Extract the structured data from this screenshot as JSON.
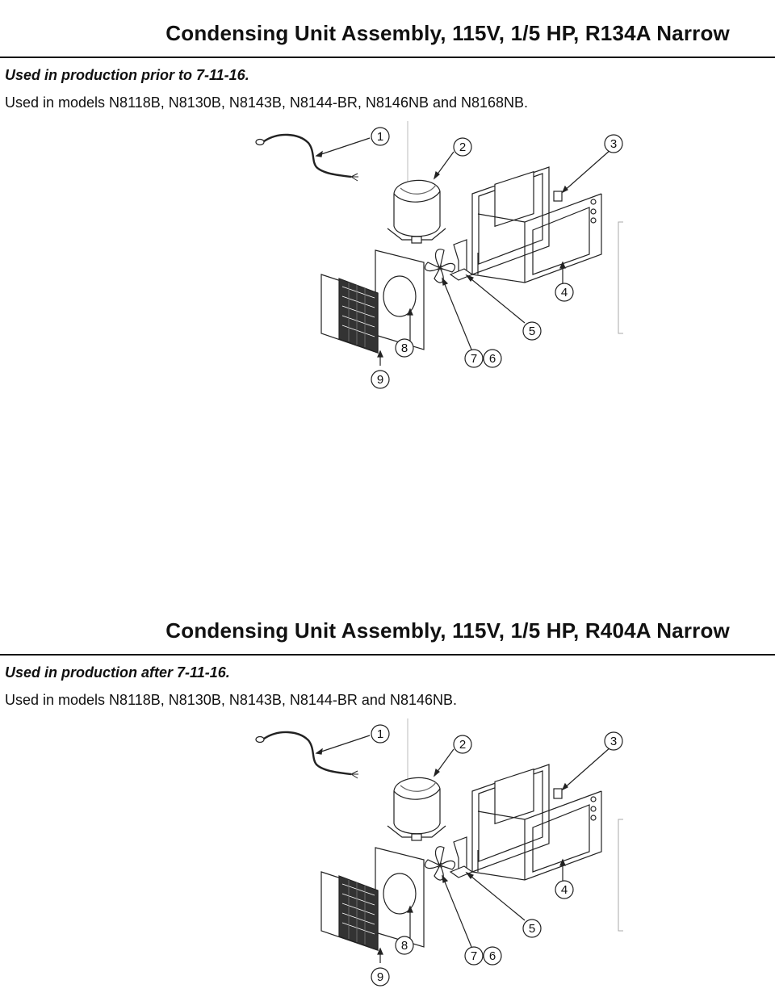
{
  "sections": [
    {
      "title": "Condensing Unit Assembly, 115V, 1/5 HP, R134A Narrow",
      "production_note": "Used in production prior to 7-11-16.",
      "models_text": "Used in models N8118B, N8130B, N8143B, N8144-BR, N8146NB and N8168NB.",
      "callouts": [
        "1",
        "2",
        "3",
        "4",
        "5",
        "8",
        "7",
        "6",
        "9"
      ]
    },
    {
      "title": "Condensing Unit Assembly, 115V, 1/5 HP, R404A Narrow",
      "production_note": "Used in production after 7-11-16.",
      "models_text": "Used in models N8118B, N8130B, N8143B, N8144-BR and N8146NB.",
      "callouts": [
        "1",
        "2",
        "3",
        "4",
        "5",
        "8",
        "7",
        "6",
        "9"
      ]
    }
  ]
}
